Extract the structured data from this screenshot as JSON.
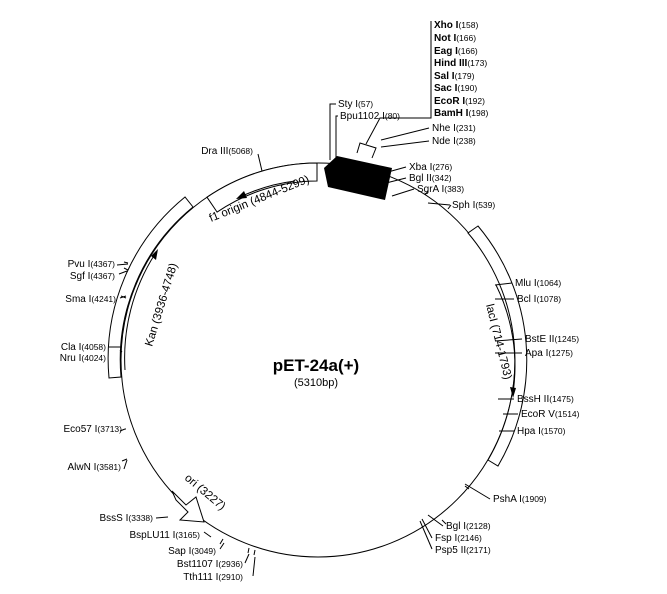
{
  "plasmid": {
    "name": "pET-24a(+)",
    "size": "(5310bp)"
  },
  "features": {
    "f1_origin": "f1 origin (4844-5299)",
    "kan": "Kan (3936-4748)",
    "lacI": "lacI (714-1793)",
    "ori": "ori (3227)"
  },
  "mcs_sites": [
    {
      "name": "Xho I",
      "pos": "(158)"
    },
    {
      "name": "Not I",
      "pos": "(166)"
    },
    {
      "name": "Eag I",
      "pos": "(166)"
    },
    {
      "name": "Hind III",
      "pos": "(173)"
    },
    {
      "name": "Sal I",
      "pos": "(179)"
    },
    {
      "name": "Sac I",
      "pos": "(190)"
    },
    {
      "name": "EcoR I",
      "pos": "(192)"
    },
    {
      "name": "BamH I",
      "pos": "(198)"
    }
  ],
  "sites": {
    "sty": {
      "name": "Sty I",
      "pos": "(57)"
    },
    "bpu": {
      "name": "Bpu1102 I",
      "pos": "(80)"
    },
    "nhe": {
      "name": "Nhe I",
      "pos": "(231)"
    },
    "nde": {
      "name": "Nde I",
      "pos": "(238)"
    },
    "xba": {
      "name": "Xba I",
      "pos": "(276)"
    },
    "bgl2": {
      "name": "Bgl II",
      "pos": "(342)"
    },
    "sgra": {
      "name": "SgrA I",
      "pos": "(383)"
    },
    "sph": {
      "name": "Sph I",
      "pos": "(539)"
    },
    "mlu": {
      "name": "Mlu I",
      "pos": "(1064)"
    },
    "bcl": {
      "name": "Bcl I",
      "pos": "(1078)"
    },
    "bste": {
      "name": "BstE II",
      "pos": "(1245)"
    },
    "apa": {
      "name": "Apa I",
      "pos": "(1275)"
    },
    "bssh": {
      "name": "BssH II",
      "pos": "(1475)"
    },
    "ecorv": {
      "name": "EcoR V",
      "pos": "(1514)"
    },
    "hpa": {
      "name": "Hpa I",
      "pos": "(1570)"
    },
    "psha": {
      "name": "PshA I",
      "pos": "(1909)"
    },
    "bgl1": {
      "name": "Bgl I",
      "pos": "(2128)"
    },
    "fsp": {
      "name": "Fsp I",
      "pos": "(2146)"
    },
    "psp5": {
      "name": "Psp5 II",
      "pos": "(2171)"
    },
    "tth": {
      "name": "Tth111 I",
      "pos": "(2910)"
    },
    "bst1107": {
      "name": "Bst1107 I",
      "pos": "(2936)"
    },
    "sap": {
      "name": "Sap I",
      "pos": "(3049)"
    },
    "bsplu": {
      "name": "BspLU11 I",
      "pos": "(3165)"
    },
    "bsss": {
      "name": "BssS I",
      "pos": "(3338)"
    },
    "alwn": {
      "name": "AlwN I",
      "pos": "(3581)"
    },
    "eco57": {
      "name": "Eco57 I",
      "pos": "(3713)"
    },
    "nru": {
      "name": "Nru I",
      "pos": "(4024)"
    },
    "cla": {
      "name": "Cla I",
      "pos": "(4058)"
    },
    "sma": {
      "name": "Sma I",
      "pos": "(4241)"
    },
    "sgf": {
      "name": "Sgf I",
      "pos": "(4367)"
    },
    "pvu": {
      "name": "Pvu I",
      "pos": "(4367)"
    },
    "dra": {
      "name": "Dra III",
      "pos": "(5068)"
    }
  },
  "colors": {
    "line": "#000000",
    "background": "#ffffff"
  }
}
